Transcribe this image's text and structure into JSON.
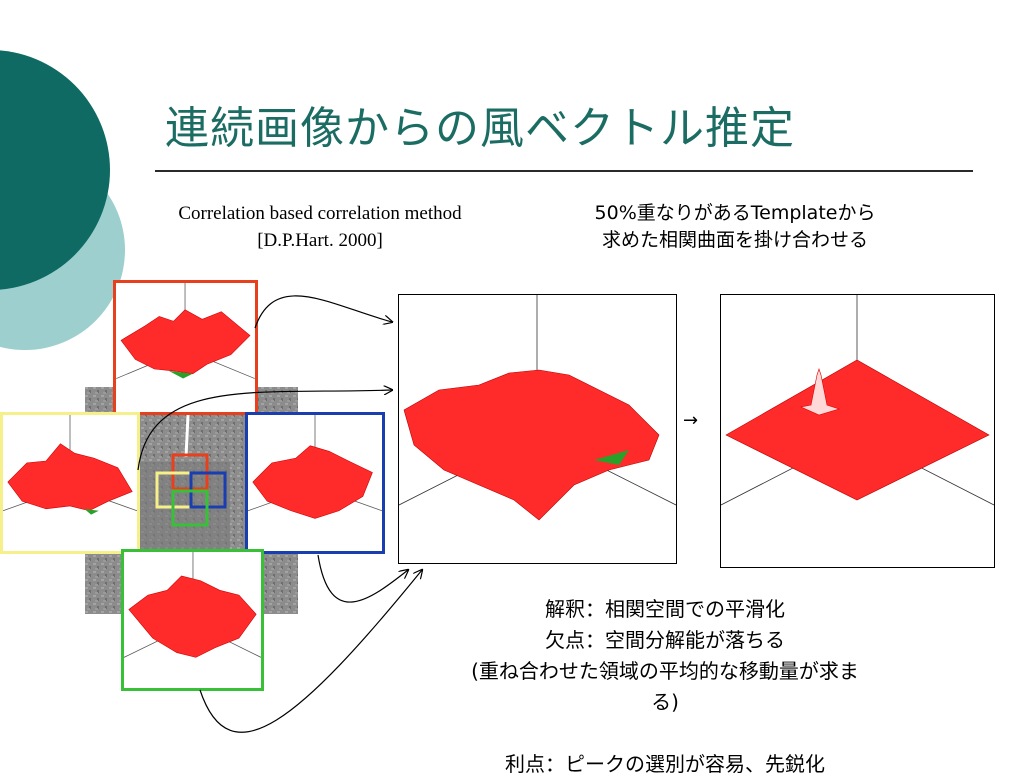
{
  "slide": {
    "title": "連続画像からの風ベクトル推定",
    "method_line1": "Correlation based correlation method",
    "method_line2": "[D.P.Hart. 2000]",
    "template_line1": "50%重なりがあるTemplateから",
    "template_line2": "求めた相関曲面を掛け合わせる",
    "arrow_symbol": "→",
    "notes": {
      "line1": "解釈：相関空間での平滑化",
      "line2": "欠点：空間分解能が落ちる",
      "line3": "(重ね合わせた領域の平均的な移動量が求ま",
      "line4": "る)",
      "line5": "利点：ピークの選別が容易、先鋭化"
    }
  },
  "colors": {
    "title": "#1b6c63",
    "circle_dark": "#0e6a62",
    "circle_light": "#9ccfcd",
    "surface": "#ff2222",
    "frame_red": "#e8401c",
    "frame_yellow": "#f5f08a",
    "frame_blue": "#1a3db0",
    "frame_green": "#38c038"
  }
}
